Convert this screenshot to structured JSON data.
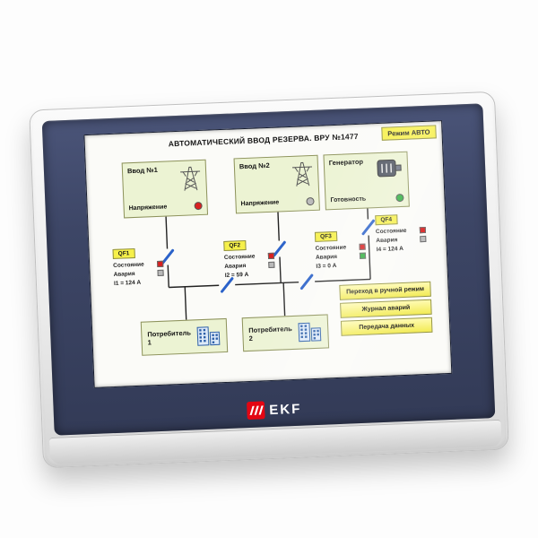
{
  "brand": {
    "logo_text": "EKF",
    "logo_color": "#e30613"
  },
  "screen": {
    "title": "АВТОМАТИЧЕСКИЙ ВВОД РЕЗЕРВА. ВРУ №1477",
    "mode_badge": {
      "label": "Режим АВТО",
      "bg": "#f6f04a"
    },
    "sources": [
      {
        "name": "Ввод №1",
        "status_label": "Напряжение",
        "status_color": "#d92020"
      },
      {
        "name": "Ввод №2",
        "status_label": "Напряжение",
        "status_color": "#b9b9b9"
      },
      {
        "name": "Генератор",
        "status_label": "Готовность",
        "status_color": "#2fae3e"
      }
    ],
    "breakers": [
      {
        "name": "QF1",
        "state_label": "Состояние",
        "state_color": "#d92020",
        "alarm_label": "Авария",
        "alarm_color": "#b9b9b9",
        "current": "I1 = 124 А"
      },
      {
        "name": "QF2",
        "state_label": "Состояние",
        "state_color": "#d92020",
        "alarm_label": "Авария",
        "alarm_color": "#b9b9b9",
        "current": "I2 = 59 А"
      },
      {
        "name": "QF3",
        "state_label": "Состояние",
        "state_color": "#d92020",
        "alarm_label": "Авария",
        "alarm_color": "#2fae3e",
        "current": "I3 = 0 А"
      },
      {
        "name": "QF4",
        "state_label": "Состояние",
        "state_color": "#d92020",
        "alarm_label": "Авария",
        "alarm_color": "#b9b9b9",
        "current": "I4 = 124 А"
      }
    ],
    "consumers": [
      {
        "name": "Потребитель 1"
      },
      {
        "name": "Потребитель 2"
      }
    ],
    "buttons": [
      {
        "label": "Переход в ручной режим"
      },
      {
        "label": "Журнал аварий"
      },
      {
        "label": "Передача данных"
      }
    ]
  }
}
